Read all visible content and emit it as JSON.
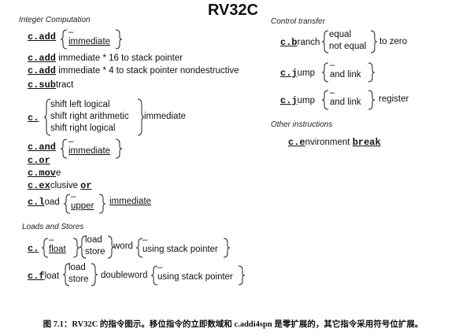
{
  "title": "RV32C",
  "sections": {
    "integer": "Integer Computation",
    "loads": "Loads and Stores",
    "control": "Control transfer",
    "other": "Other instructions"
  },
  "int": {
    "c_add": "c.add",
    "dash": "–",
    "immediate": "immediate",
    "row2_a": "c.add",
    "row2_b": "immediate * 16 to stack pointer",
    "row3_a": "c.add",
    "row3_b": "immediate * 4 to stack pointer nondestructive",
    "subtract_a": "c.sub",
    "subtract_b": "tract",
    "c_dot": "c.",
    "shift1": "shift left logical",
    "shift2": "shift right arithmetic",
    "shift3": "shift right logical",
    "shift_imm": "immediate",
    "and": "c.and",
    "and_imm": "immediate",
    "or": "c.or",
    "move_a": "c.mov",
    "move_b": "e",
    "xor_a": "c.ex",
    "xor_b": "clusive ",
    "xor_c": "or",
    "load_a": "c.l",
    "load_b": "oad",
    "upper": "upper",
    "load_imm": "immediate"
  },
  "ls": {
    "c_dot": "c.",
    "float": "float",
    "load": "load",
    "store": "store",
    "word": "word",
    "using": "using stack pointer",
    "cf": "c.f",
    "cf_b": "loat",
    "doubleword": "doubleword"
  },
  "ctrl": {
    "branch_a": "c.b",
    "branch_b": "ranch",
    "equal": "equal",
    "not_equal": "not equal",
    "to_zero": "to zero",
    "jump": "c.j",
    "jump_b": "ump",
    "and_link": "and link",
    "register": "register"
  },
  "other": {
    "env_a": "c.e",
    "env_b": "nvironment ",
    "break": "break"
  },
  "caption": "图 7.1：RV32C 的指令图示。移位指令的立即数域和 c.addi4spn 是零扩展的，其它指令采用符号位扩展。"
}
